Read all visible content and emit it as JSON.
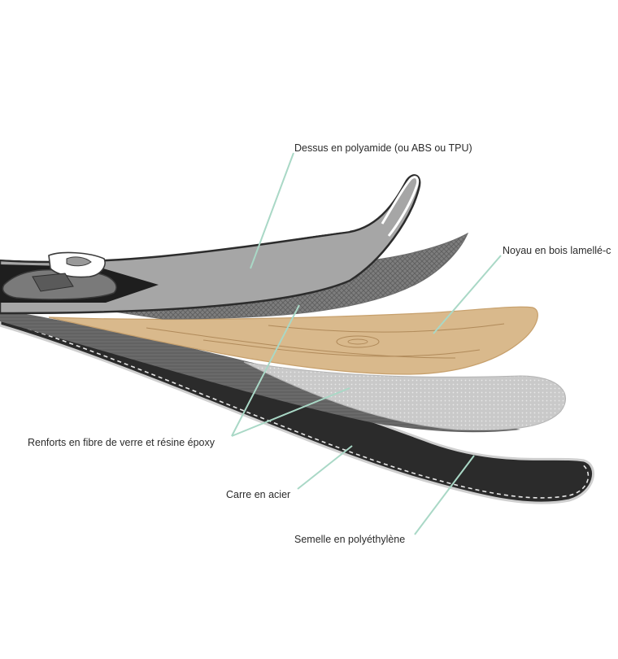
{
  "labels": {
    "top": "Dessus en polyamide (ou ABS ou TPU)",
    "core": "Noyau en bois lamellé-c",
    "reinforcements": "Renforts en fibre de verre et résine époxy",
    "edges": "Carre en acier",
    "base": "Semelle en polyéthylène"
  },
  "colors": {
    "leader": "#a9d8c6",
    "top_sheet": "#a6a6a6",
    "top_sheet_dark": "#2c2c2c",
    "fibre_mesh": "#7d7d7d",
    "wood_core": "#d9b98c",
    "light_fibre": "#c9c9c9",
    "base": "#2b2b2b",
    "steel_edge": "#d0d0d0"
  }
}
